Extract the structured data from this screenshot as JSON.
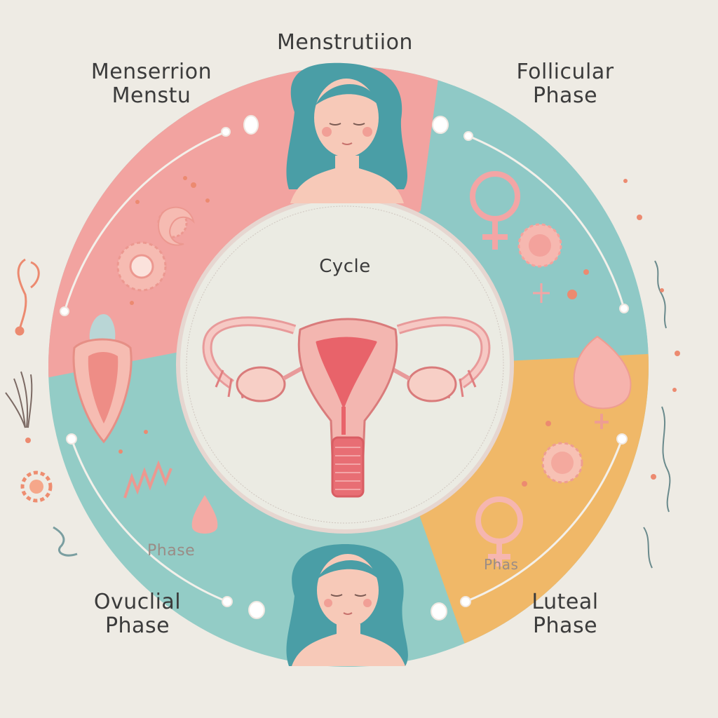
{
  "labels": {
    "top": "Menstrutiion",
    "top_left_line1": "Menserrion",
    "top_left_line2": "Menstu",
    "top_right_line1": "Follicular",
    "top_right_line2": "Phase",
    "center": "Cycle",
    "bottom_left_line1": "Ovuclial",
    "bottom_left_line2": "Phase",
    "bottom_right_line1": "Luteal",
    "bottom_right_line2": "Phase",
    "inner_left_faded": "Phase",
    "inner_right_faded": "Phas"
  },
  "colors": {
    "background": "#eeebe4",
    "menstrual_quadrant": "#f2a3a0",
    "follicular_quadrant": "#8fc9c6",
    "ovulation_quadrant": "#93ccc6",
    "luteal_quadrant": "#f0b868",
    "center_disc": "#ebebe3",
    "uterus": "#f0a8a8",
    "uterus_accent": "#e8636a",
    "hair": "#4a9ea6",
    "skin": "#f7c9b8"
  },
  "icons": [
    "uterus-icon",
    "woman-face-icon",
    "female-symbol-icon",
    "egg-cell-icon",
    "drop-icon",
    "flower-icon"
  ]
}
